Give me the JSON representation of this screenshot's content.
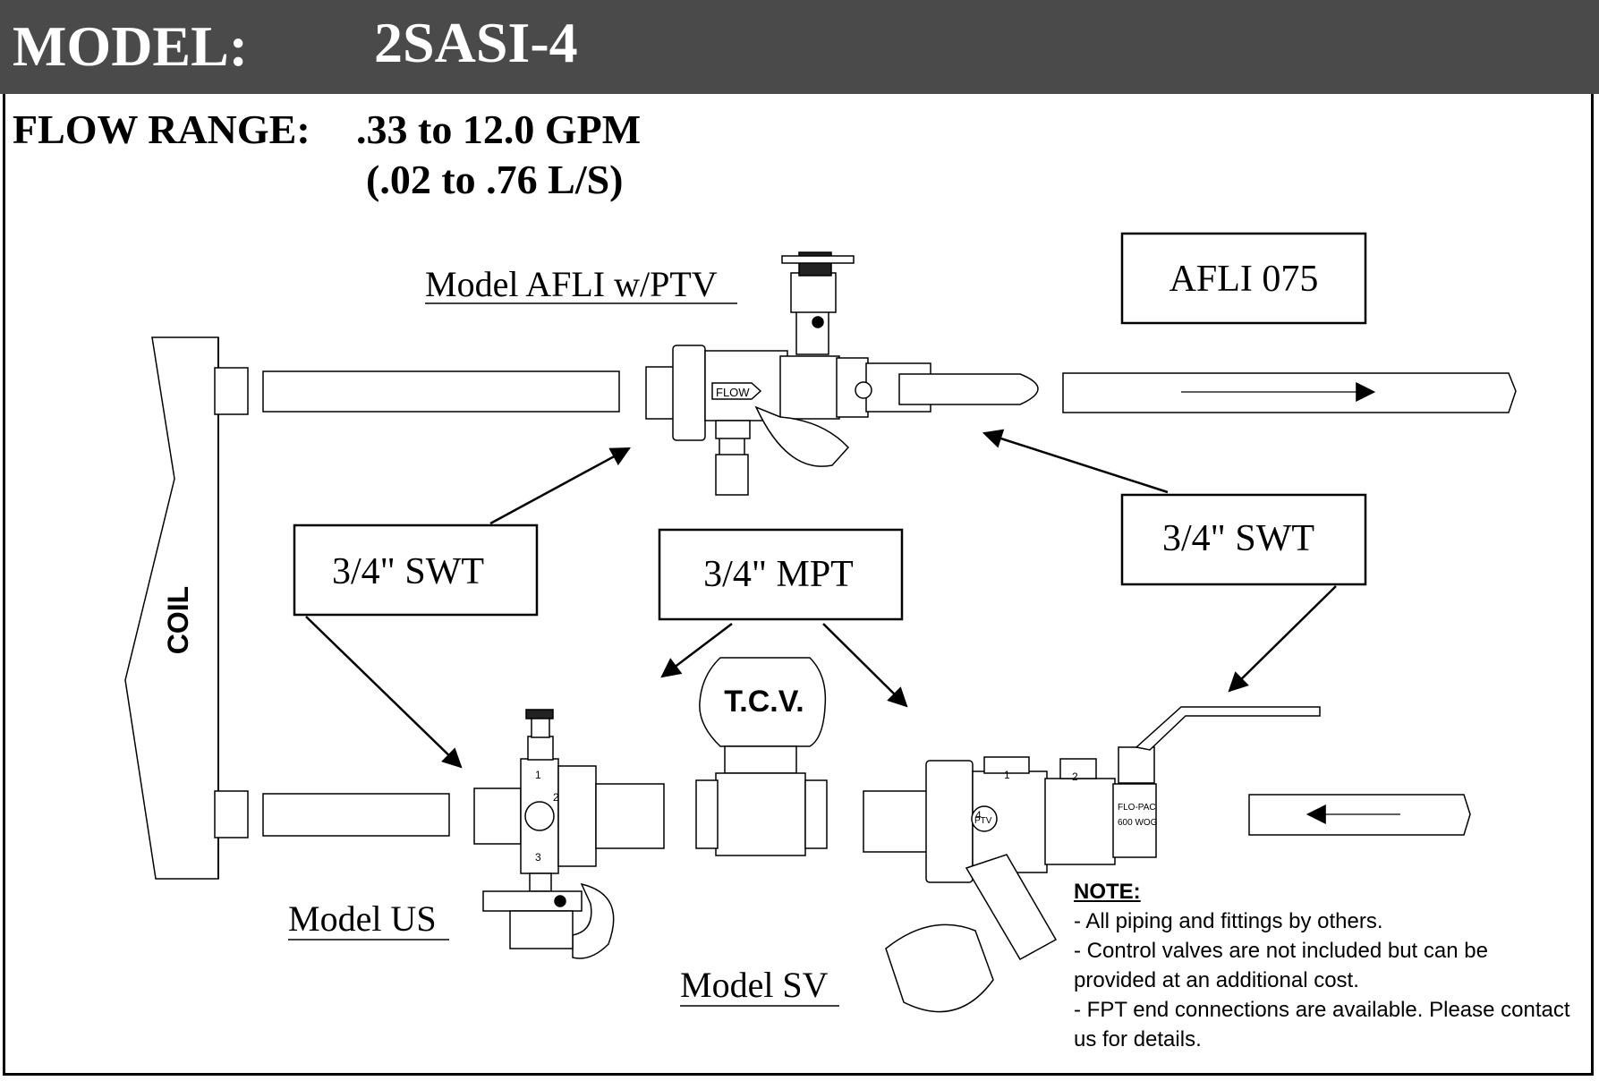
{
  "header": {
    "model_label": "MODEL:",
    "model_value": "2SASI-4"
  },
  "flow": {
    "label": "FLOW RANGE:",
    "gpm": ".33 to 12.0 GPM",
    "lps": "(.02 to .76 L/S)"
  },
  "labels": {
    "coil": "COIL",
    "afli_title": "Model AFLI w/PTV",
    "afli_box": "AFLI 075",
    "swt_left": "3/4\" SWT",
    "mpt": "3/4\" MPT",
    "swt_right": "3/4\" SWT",
    "tcv": "T.C.V.",
    "model_us": "Model US",
    "model_sv": "Model SV",
    "flow_tag": "FLOW",
    "ballvalve_brand": "FLO-PAC",
    "ballvalve_rating": "600 WOG",
    "port_1": "1",
    "port_2": "2",
    "port_3": "3",
    "port_4": "4",
    "ptv": "PTV"
  },
  "note": {
    "title": "NOTE:",
    "lines": [
      "- All piping and fittings by others.",
      "- Control valves are not included but can be",
      "provided at an additional cost.",
      "- FPT end connections are available.  Please contact",
      "us for details."
    ]
  }
}
